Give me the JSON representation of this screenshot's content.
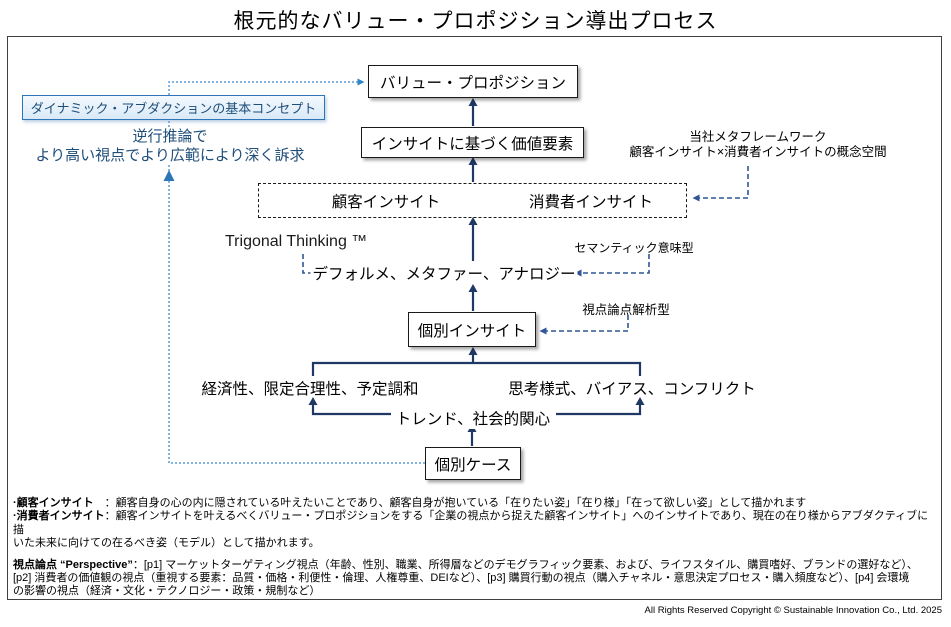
{
  "title": "根元的なバリュー・プロポジション導出プロセス",
  "colors": {
    "flow_arrow_navy": "#1F3864",
    "annotation_dashed_blue": "#2F5597",
    "abduction_dotted_blue": "#5B9BD5",
    "blue_text": "#1F4E79",
    "concept_box_border": "#2E75B6"
  },
  "nodes": {
    "value_proposition": "バリュー・プロポジション",
    "insight_value": "インサイトに基づく価値要素",
    "customer_insight": "顧客インサイト",
    "consumer_insight": "消費者インサイト",
    "deforme": "デフォルメ、メタファー、アナロジー",
    "individual_insight": "個別インサイト",
    "economy": "経済性、限定合理性、予定調和",
    "thinking": "思考様式、バイアス、コンフリクト",
    "trend": "トレンド、社会的関心",
    "individual_case": "個別ケース"
  },
  "annotations": {
    "dynamic_abduction": "ダイナミック・アブダクションの基本コンセプト",
    "reverse_line1": "逆行推論で",
    "reverse_line2": "より高い視点でより広範により深く訴求",
    "meta_line1": "当社メタフレームワーク",
    "meta_line2": "顧客インサイト×消費者インサイトの概念空間",
    "trigonal": "Trigonal Thinking ™",
    "semantic": "セマンティック意味型",
    "perspective_analysis": "視点論点解析型"
  },
  "description": {
    "p1": [
      {
        "bold": "·顧客インサイト",
        "rest": "　：顧客自身の心の内に隠されている叶えたいことであり、顧客自身が抱いている「在りたい姿」「在り様」「在って欲しい姿」として描かれます"
      },
      {
        "bold": "·消費者インサイト",
        "rest": "：顧客インサイトを叶えるべくバリュー・プロポジションをする「企業の視点から捉えた顧客インサイト」へのインサイトであり、現在の在り様からアブダクティブに描"
      },
      {
        "bold": "",
        "rest": "いた未来に向けての在るべき姿（モデル）として描かれます。"
      }
    ],
    "p2": [
      {
        "bold": "視点論点 “Perspective”",
        "rest": "：[p1] マーケットターゲティング視点（年齢、性別、職業、所得層などのデモグラフィック要素、および、ライフスタイル、購買嗜好、ブランドの選好など）、"
      },
      {
        "bold": "",
        "rest": "[p2] 消費者の価値観の視点（重視する要素：品質・価格・利便性・倫理、人権尊重、DEIなど）、[p3] 購買行動の視点（購入チャネル・意思決定プロセス・購入頻度など）、[p4] 会環境"
      },
      {
        "bold": "",
        "rest": "の影響の視点（経済・文化・テクノロジー・政策・規制など）"
      }
    ]
  },
  "footer": "All Rights Reserved Copyright © Sustainable Innovation Co., Ltd. 2025"
}
